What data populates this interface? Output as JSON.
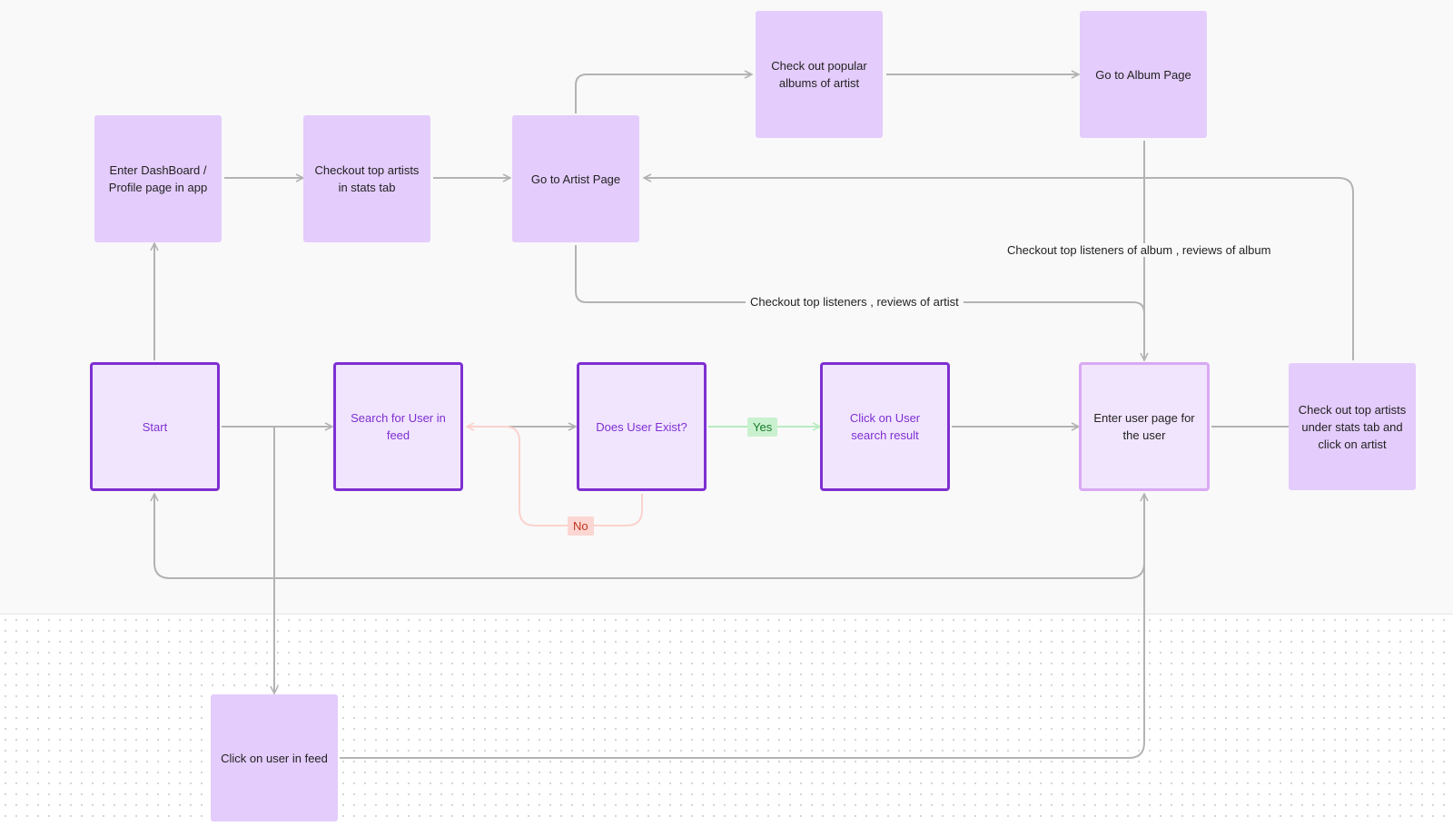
{
  "nodes": {
    "enter_dashboard": "Enter DashBoard / Profile page in app",
    "checkout_top_artists": "Checkout top artists in stats tab",
    "go_to_artist_page": "Go to Artist Page",
    "check_popular_albums": "Check out popular albums of artist",
    "go_to_album_page": "Go to Album Page",
    "start": "Start",
    "search_user": "Search for User in feed",
    "does_user_exist": "Does User Exist?",
    "click_user_result": "Click on User search result",
    "enter_user_page": "Enter user page for the user",
    "check_top_artists_stats": "Check out top artists under stats tab and click on artist",
    "click_user_feed": "Click on user in feed"
  },
  "edge_labels": {
    "listeners_artist": "Checkout top listeners , reviews of artist",
    "listeners_album": "Checkout top listeners of album , reviews of album",
    "yes": "Yes",
    "no": "No"
  },
  "colors": {
    "node_fill": "#e4ccfc",
    "node_border_strong": "#7e2fd1",
    "node_border_light": "#d9a9f4",
    "edge": "#b3b3b3",
    "yes_edge": "#b8ecc1",
    "no_edge": "#fbd3ce"
  }
}
